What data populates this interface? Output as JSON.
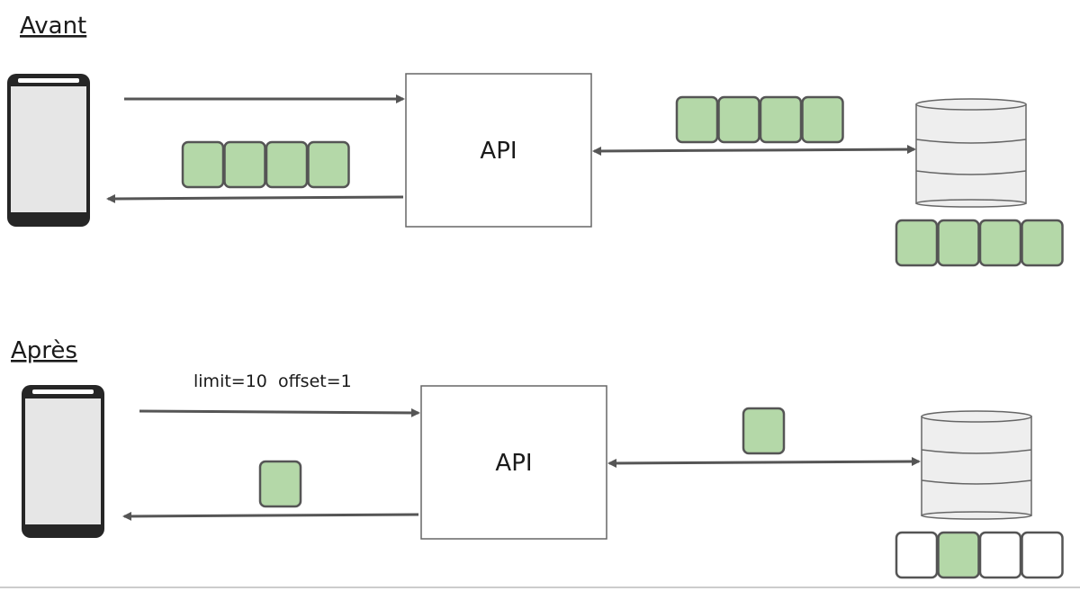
{
  "colors": {
    "block_fill": "#b4d8a8",
    "block_stroke": "#555555",
    "arrow": "#555555",
    "phone_body": "#262626",
    "phone_screen": "#e6e6e6",
    "db_fill": "#eeeeee",
    "box_stroke": "#666666"
  },
  "before": {
    "title": "Avant",
    "api_label": "API",
    "response_blocks": 4,
    "db_exchange_blocks": 4,
    "db_storage": [
      true,
      true,
      true,
      true
    ]
  },
  "after": {
    "title": "Après",
    "api_label": "API",
    "request_params": "limit=10  offset=1",
    "response_blocks": 1,
    "db_exchange_blocks": 1,
    "db_storage": [
      false,
      true,
      false,
      false
    ]
  },
  "icons": {
    "phone": "smartphone-icon",
    "database": "database-icon"
  }
}
